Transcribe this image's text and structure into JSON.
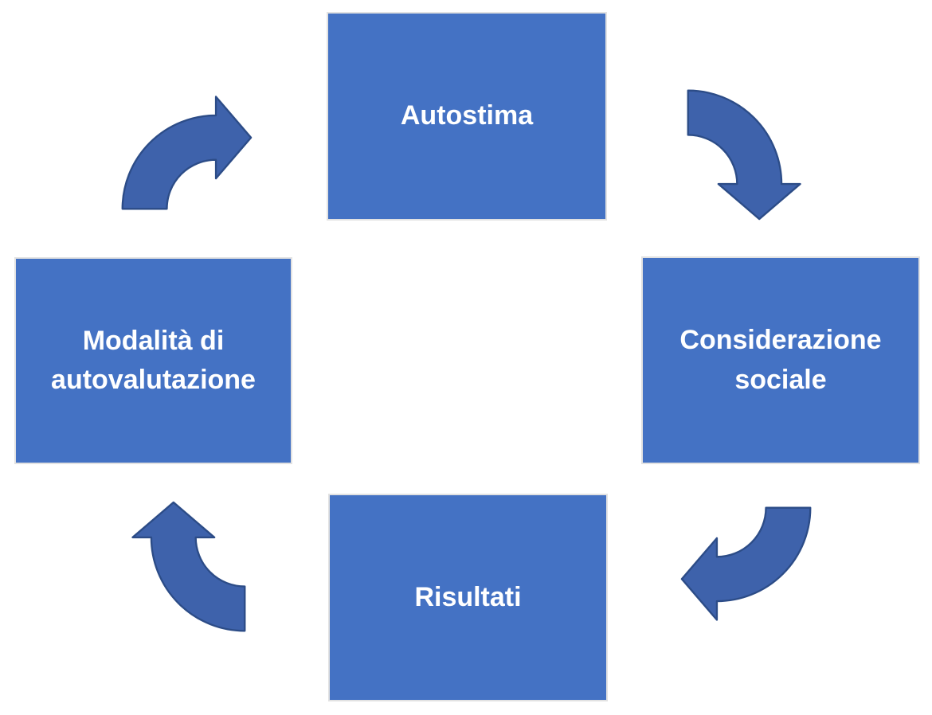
{
  "diagram": {
    "type": "cycle",
    "flow": "clockwise",
    "colors": {
      "background": "#FFFFFF",
      "box_fill": "#4472C4",
      "box_border": "#E2E2E2",
      "arrow_fill": "#3E62AB",
      "arrow_stroke": "#2C4C87",
      "label_color": "#FFFFFF"
    },
    "nodes": [
      {
        "position": "top",
        "label": "Autostima"
      },
      {
        "position": "right",
        "label": "Considerazione sociale"
      },
      {
        "position": "bottom",
        "label": "Risultati"
      },
      {
        "position": "left",
        "label": "Modalità di autovalutazione"
      }
    ],
    "arrows": [
      {
        "position": "top-right",
        "from": "Autostima",
        "to": "Considerazione sociale",
        "points": "down"
      },
      {
        "position": "bottom-right",
        "from": "Considerazione sociale",
        "to": "Risultati",
        "points": "left"
      },
      {
        "position": "bottom-left",
        "from": "Risultati",
        "to": "Modalità di autovalutazione",
        "points": "up"
      },
      {
        "position": "top-left",
        "from": "Modalità di autovalutazione",
        "to": "Autostima",
        "points": "right"
      }
    ]
  }
}
